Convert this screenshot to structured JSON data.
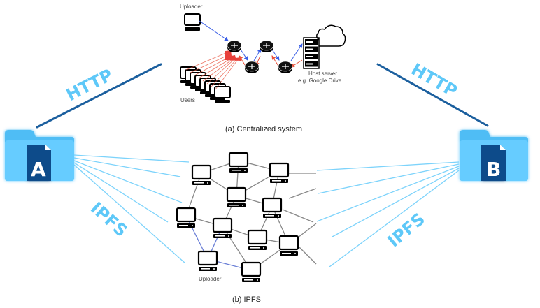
{
  "colors": {
    "http_line": "#1b5f9e",
    "protocol_text": "#5ec8f8",
    "ipfs_line": "#7dd3fb",
    "folder_light": "#66ccff",
    "folder_tab": "#4fbdf5",
    "doc_dark": "#0f4c8a",
    "mesh_line": "#888888",
    "uploader_link": "#6a7fd6",
    "upload_arrow": "#3a5ee6",
    "download_arrow": "#e8503a"
  },
  "folders": [
    {
      "id": "A",
      "letter": "A"
    },
    {
      "id": "B",
      "letter": "B"
    }
  ],
  "protocols": {
    "http_left": "HTTP",
    "http_right": "HTTP",
    "ipfs_left": "IPFS",
    "ipfs_right": "IPFS"
  },
  "centralized": {
    "uploader_label": "Uploader",
    "users_label": "Users",
    "server_label_line1": "Host server",
    "server_label_line2": "e.g. Google Drive",
    "caption": "(a) Centralized system"
  },
  "ipfs": {
    "uploader_label": "Uploader",
    "caption": "(b) IPFS"
  }
}
